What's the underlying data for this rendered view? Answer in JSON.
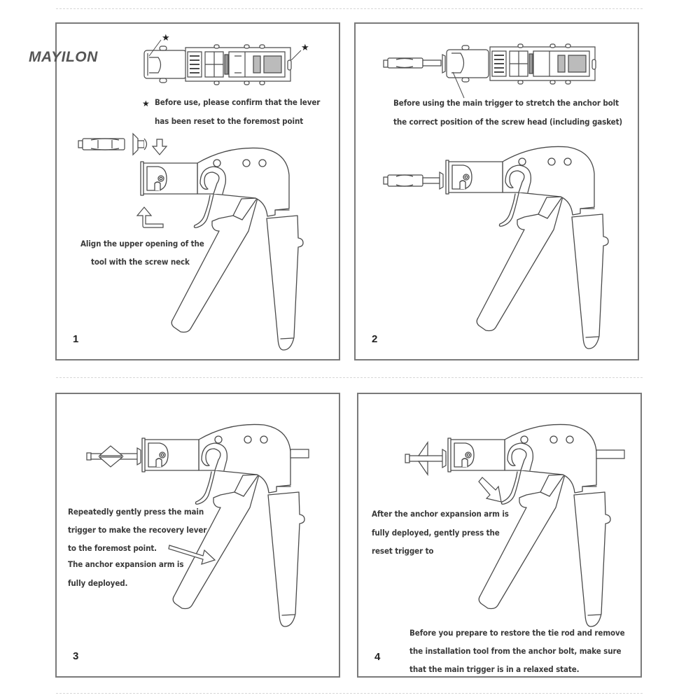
{
  "brand": {
    "watermark": "MAYILON"
  },
  "colors": {
    "border": "#7a7a7a",
    "text": "#3a3a3a",
    "dashed_divider": "#d6d6d6",
    "line_art": "#4a4a4a"
  },
  "steps": [
    {
      "number": "1",
      "notes": [
        {
          "icon": "star-icon",
          "lines": [
            "Before use, please confirm that the lever",
            "has been reset to the foremost point"
          ]
        },
        {
          "lines": [
            "Align the upper opening of the",
            "tool with the screw neck"
          ]
        }
      ]
    },
    {
      "number": "2",
      "notes": [
        {
          "lines": [
            "Before using the main trigger to stretch the anchor bolt",
            "the correct position of the screw head (including gasket)"
          ]
        }
      ]
    },
    {
      "number": "3",
      "notes": [
        {
          "lines": [
            "Repeatedly gently press the main",
            "trigger to make the recovery lever",
            "to the foremost point.",
            "The anchor expansion arm is",
            " fully deployed."
          ]
        }
      ]
    },
    {
      "number": "4",
      "notes": [
        {
          "lines": [
            "After the anchor expansion arm is",
            "fully deployed, gently press the",
            "reset trigger to"
          ]
        },
        {
          "lines": [
            "Before you prepare to restore the tie rod and remove",
            "the installation tool from the anchor bolt, make sure",
            "that the main trigger is in a relaxed state."
          ]
        }
      ]
    }
  ],
  "icons": [
    "star-icon",
    "arrow-down-icon",
    "arrow-up-turn-icon",
    "arrow-right-icon",
    "arrow-down-left-icon",
    "rivet-gun-illustration",
    "anchor-bolt-illustration",
    "mechanism-top-view-illustration"
  ]
}
